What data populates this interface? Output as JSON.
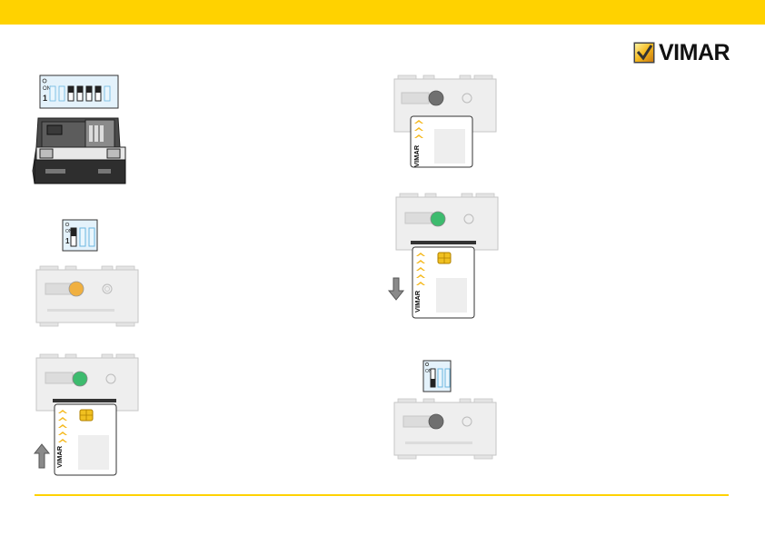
{
  "brand": {
    "name": "VIMAR",
    "accent_color": "#ffd200",
    "logo_icon": "vimar-check-icon"
  },
  "dip_switch": {
    "on_label": "ON",
    "position_label": "1"
  },
  "card": {
    "brand_text": "VIMAR",
    "chip_icon": "smart-card-chip-icon",
    "arrow_icon": "chevron-arrows-icon"
  },
  "led": {
    "off_color": "#707070",
    "programming_color": "#f0b040",
    "ready_color": "#3dbb6e"
  },
  "steps": [
    {
      "id": "dip-switch-all",
      "led": ""
    },
    {
      "id": "reader-orange",
      "led": "programming"
    },
    {
      "id": "reader-insert-card",
      "led": "ready",
      "arrow": "up"
    },
    {
      "id": "reader-card-inserted",
      "led": "off"
    },
    {
      "id": "reader-remove-card",
      "led": "ready",
      "arrow": "down"
    },
    {
      "id": "reader-final-off",
      "led": "off"
    }
  ]
}
